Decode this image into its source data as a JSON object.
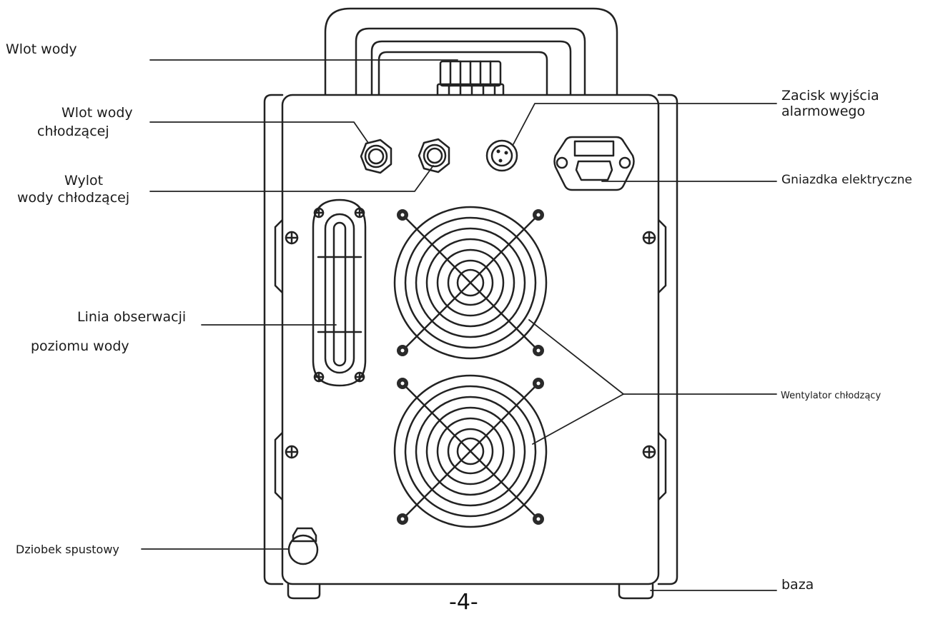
{
  "labels": {
    "water_inlet": "Wlot  wody",
    "cooling_water_inlet_1": "Wlot  wody",
    "cooling_water_inlet_2": "chłodzącej",
    "cooling_water_outlet_1": "Wylot",
    "cooling_water_outlet_2": "wody chłodzącej",
    "alarm_output_1": "Zacisk  wyjścia",
    "alarm_output_2": "alarmowego",
    "power_socket": "Gniazdka  elektryczne",
    "water_level_1": "Linia  obserwacji",
    "water_level_2": "poziomu  wody",
    "cooling_fan": "Wentylator  chłodzący",
    "drain_spout": "Dziobek  spustowy",
    "base": "baza"
  },
  "page_number": "-4-",
  "colors": {
    "line": "#222222",
    "screw": "#2a2a2a",
    "background": "#ffffff"
  }
}
